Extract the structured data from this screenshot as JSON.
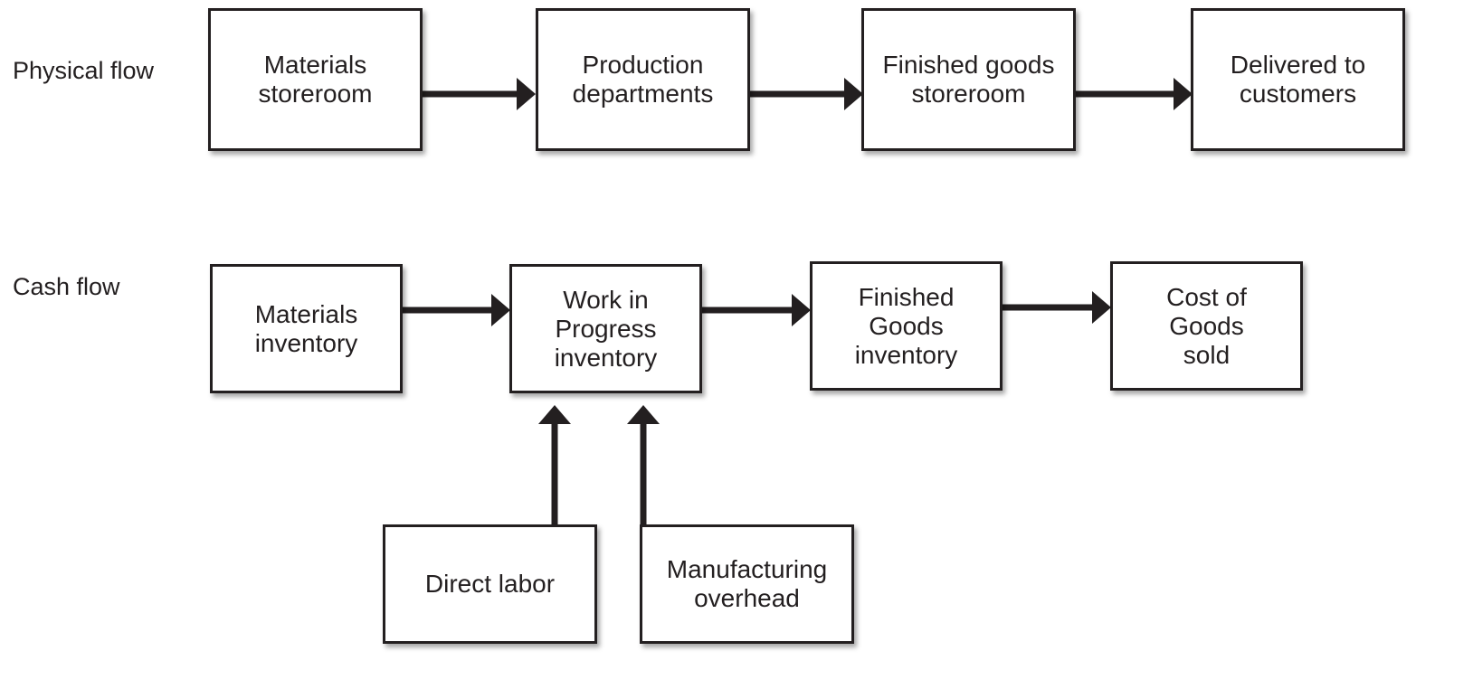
{
  "rows": {
    "physical": {
      "label": "Physical flow"
    },
    "cash": {
      "label": "Cash flow"
    }
  },
  "nodes": {
    "materials_storeroom": {
      "lines": [
        "Materials",
        "storeroom"
      ]
    },
    "production_departments": {
      "lines": [
        "Production",
        "departments"
      ]
    },
    "finished_goods_storeroom": {
      "lines": [
        "Finished goods",
        "storeroom"
      ]
    },
    "delivered_to_customers": {
      "lines": [
        "Delivered to",
        "customers"
      ]
    },
    "materials_inventory": {
      "lines": [
        "Materials",
        "inventory"
      ]
    },
    "work_in_progress_inventory": {
      "lines": [
        "Work in",
        "Progress",
        "inventory"
      ]
    },
    "finished_goods_inventory": {
      "lines": [
        "Finished",
        "Goods",
        "inventory"
      ]
    },
    "cost_of_goods_sold": {
      "lines": [
        "Cost of",
        "Goods",
        "sold"
      ]
    },
    "direct_labor": {
      "lines": [
        "Direct labor"
      ]
    },
    "manufacturing_overhead": {
      "lines": [
        "Manufacturing",
        "overhead"
      ]
    }
  },
  "edges": [
    {
      "from": "materials_storeroom",
      "to": "production_departments"
    },
    {
      "from": "production_departments",
      "to": "finished_goods_storeroom"
    },
    {
      "from": "finished_goods_storeroom",
      "to": "delivered_to_customers"
    },
    {
      "from": "materials_inventory",
      "to": "work_in_progress_inventory"
    },
    {
      "from": "work_in_progress_inventory",
      "to": "finished_goods_inventory"
    },
    {
      "from": "finished_goods_inventory",
      "to": "cost_of_goods_sold"
    },
    {
      "from": "direct_labor",
      "to": "work_in_progress_inventory"
    },
    {
      "from": "manufacturing_overhead",
      "to": "work_in_progress_inventory"
    }
  ],
  "colors": {
    "ink": "#231f20",
    "background": "#ffffff"
  }
}
